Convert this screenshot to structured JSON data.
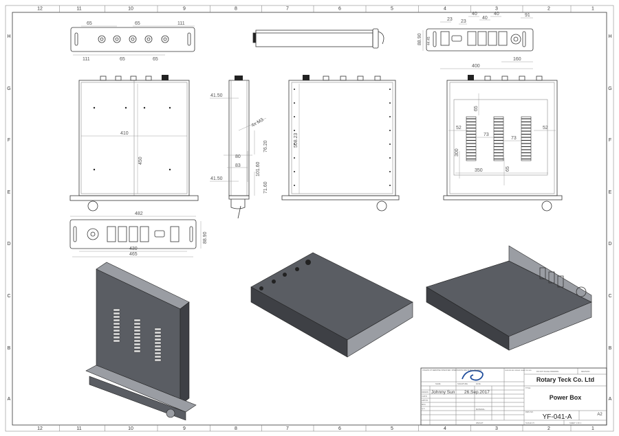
{
  "sheet": {
    "zones_columns": [
      "12",
      "11",
      "10",
      "9",
      "8",
      "7",
      "6",
      "5",
      "4",
      "3",
      "2",
      "1"
    ],
    "zones_rows": [
      "H",
      "G",
      "F",
      "E",
      "D",
      "C",
      "B",
      "A"
    ]
  },
  "dimensions": {
    "front_top": {
      "d1": "65",
      "d2": "65",
      "d3": "111",
      "d4": "111",
      "d5": "65",
      "d6": "65"
    },
    "rear_top": {
      "d23a": "23",
      "d23b": "23",
      "d40a": "40",
      "d40b": "40",
      "d40c": "40",
      "d91": "91",
      "d160": "160",
      "d400": "400",
      "h8890": "88.90",
      "h4445": "44.45"
    },
    "front_view": {
      "w410": "410",
      "h450": "450"
    },
    "side_view": {
      "a": "41.50",
      "b": "4x M3",
      "c": "76.20",
      "d": "80",
      "e": "83",
      "f": "101.60",
      "g": "41.50",
      "h": "71.60"
    },
    "plan_view": {
      "h508": "508.23"
    },
    "right_view": {
      "a": "65",
      "b": "52",
      "c": "73",
      "d": "73",
      "e": "52",
      "f": "300",
      "g": "350",
      "h": "65"
    },
    "bottom_panel": {
      "w482": "482",
      "w430": "430",
      "w465": "465",
      "h8890": "88.90"
    }
  },
  "title_block": {
    "tolerance_note": "UNLESS OTHERWISE SPECIFIED: DIMENSIONS ARE IN MILLIMETERS",
    "deburr_note": "DEBURR AND BREAK SHARP EDGES",
    "do_not_scale": "DO NOT SCALE DRAWING",
    "revision_label": "REVISION",
    "company": "Rotary Teck Co. Ltd",
    "title_label": "TITLE:",
    "title": "Power Box",
    "name_label": "NAME",
    "signature_label": "SIGNATURE",
    "date_label": "DATE",
    "rows": [
      "DRAWN",
      "CHK'D",
      "APPV'D",
      "MFG",
      "Q.A"
    ],
    "drawn_name": "Johnny Sun",
    "drawn_date": "26.Sep.2017",
    "material_label": "MATERIAL:",
    "weight_label": "WEIGHT:",
    "dwg_no_label": "DWG NO.",
    "dwg_no": "YF-041-A",
    "size": "A2",
    "scale_label": "SCALE:1:5",
    "sheet_label": "SHEET 1 OF 1"
  }
}
